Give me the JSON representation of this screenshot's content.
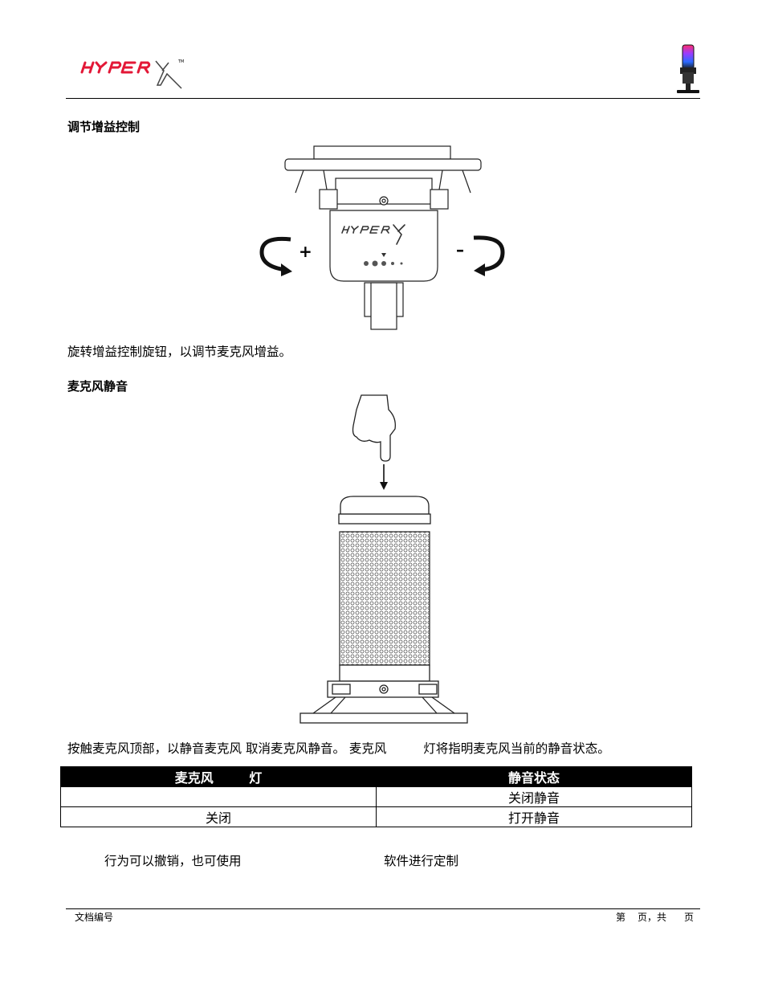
{
  "header": {
    "brand_logo_text": "HyperX",
    "brand_color": "#e31837"
  },
  "section_gain": {
    "title": "调节增益控制",
    "plus_label": "+",
    "minus_label": "–",
    "description": "旋转增益控制旋钮，以调节麦克风增益。"
  },
  "section_mute": {
    "title": "麦克风静音",
    "description_parts": [
      "按触麦克风顶部，以静音麦克风",
      "取消麦克风静音。",
      "麦克风",
      "灯将指明麦克风当前的静音状态。"
    ]
  },
  "status_table": {
    "headers": [
      "麦克风        灯",
      "静音状态"
    ],
    "rows": [
      [
        "",
        "关闭静音"
      ],
      [
        "关闭",
        "打开静音"
      ]
    ]
  },
  "note_parts": [
    "行为可以撤销，也可使用",
    "软件进行定制"
  ],
  "footer": {
    "doc_number_label": "文档编号",
    "page_word": "第",
    "page_unit_1": "页，共",
    "page_unit_2": "页"
  }
}
